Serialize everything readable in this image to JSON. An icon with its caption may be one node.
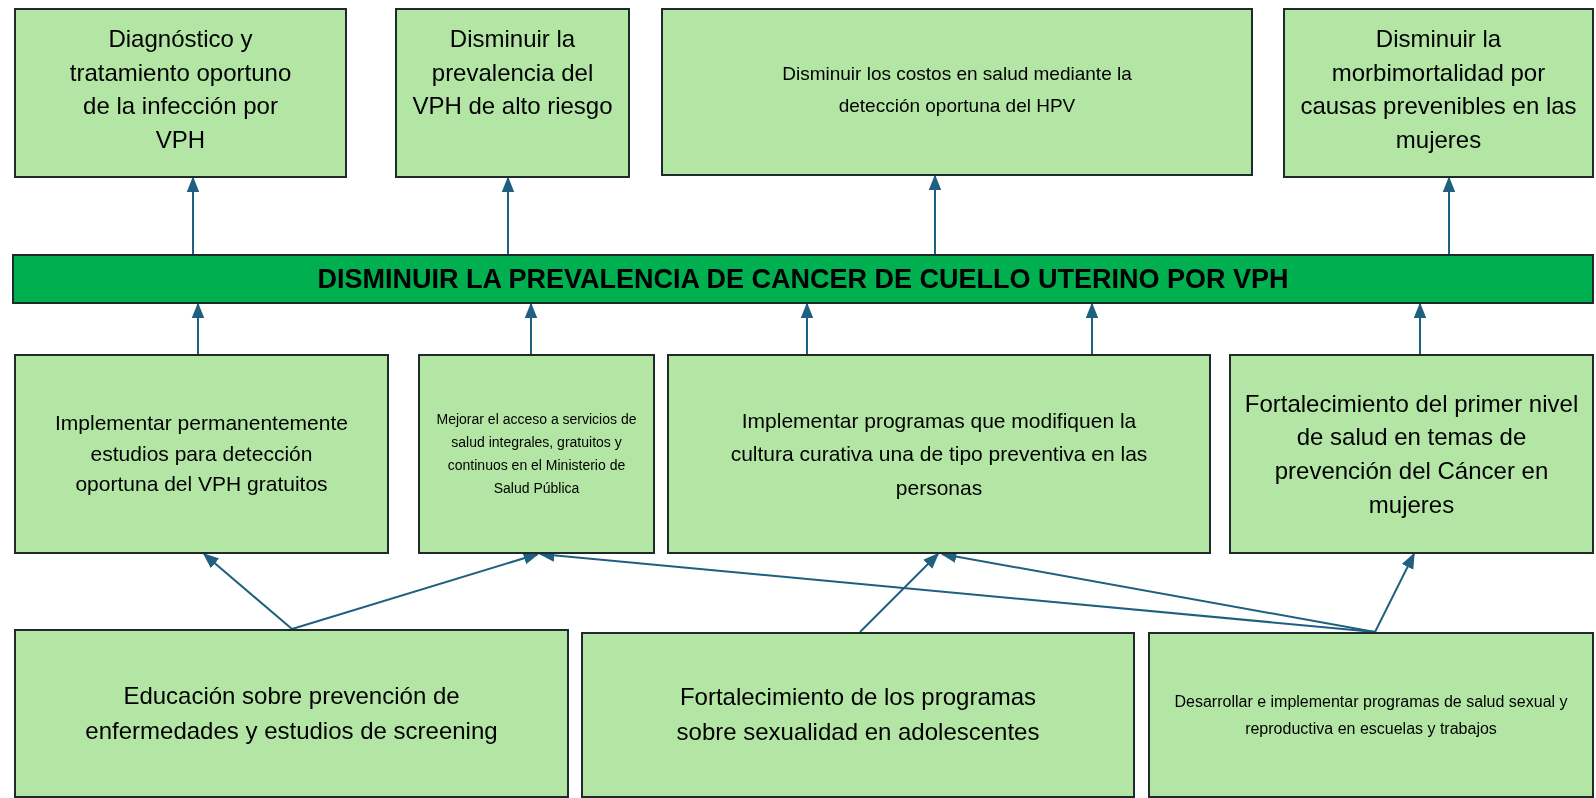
{
  "diagram": {
    "nodes": [
      {
        "text": [
          "Diagnóstico y tratamiento oportuno de la infección por VPH"
        ]
      },
      {
        "text": [
          "Disminuir la prevalencia del VPH de alto riesgo"
        ]
      },
      {
        "text": [
          "Disminuir los costos en  salud mediante la detección oportuna del HPV"
        ]
      },
      {
        "text": [
          "Disminuir la morbimortalidad por causas prevenibles en las mujeres"
        ]
      },
      {
        "text": [
          "DISMINUIR LA  PREVALENCIA DE CANCER DE CUELLO UTERINO POR VPH"
        ]
      },
      {
        "text": [
          "Implementar permanentemente estudios para detección oportuna del VPH gratuitos"
        ]
      },
      {
        "text": [
          "Mejorar el acceso a servicios de salud integrales, gratuitos y continuos en el Ministerio de Salud Pública"
        ]
      },
      {
        "text": [
          "Implementar programas que modifiquen la cultura curativa una de tipo preventiva en las personas"
        ]
      },
      {
        "text": [
          "Fortalecimiento del primer nivel de salud en temas de prevención del Cáncer en mujeres"
        ]
      },
      {
        "text": [
          "Educación sobre prevención de enfermedades y estudios de screening"
        ]
      },
      {
        "text": [
          "Fortalecimiento de los programas sobre sexualidad en adolescentes"
        ]
      },
      {
        "text": [
          "Desarrollar e implementar programas de salud sexual y reproductiva  en  escuelas y trabajos"
        ]
      }
    ],
    "edges": [
      {
        "from": 4,
        "to": 0,
        "arrow": "to"
      },
      {
        "from": 4,
        "to": 1,
        "arrow": "to"
      },
      {
        "from": 4,
        "to": 2,
        "arrow": "to"
      },
      {
        "from": 4,
        "to": 3,
        "arrow": "to"
      },
      {
        "from": 5,
        "to": 4,
        "arrow": "to"
      },
      {
        "from": 6,
        "to": 4,
        "arrow": "to"
      },
      {
        "from": 7,
        "to": 4,
        "arrow": "to"
      },
      {
        "from": 7,
        "to": 4,
        "arrow": "to"
      },
      {
        "from": 8,
        "to": 4,
        "arrow": "to"
      },
      {
        "from": 9,
        "to": 5,
        "arrow": "to"
      },
      {
        "from": 9,
        "to": 6,
        "arrow": "to"
      },
      {
        "from": 10,
        "to": 7,
        "arrow": "to"
      },
      {
        "from": 11,
        "to": 6,
        "arrow": "to"
      },
      {
        "from": 11,
        "to": 7,
        "arrow": "to"
      },
      {
        "from": 11,
        "to": 8,
        "arrow": "to"
      }
    ]
  }
}
